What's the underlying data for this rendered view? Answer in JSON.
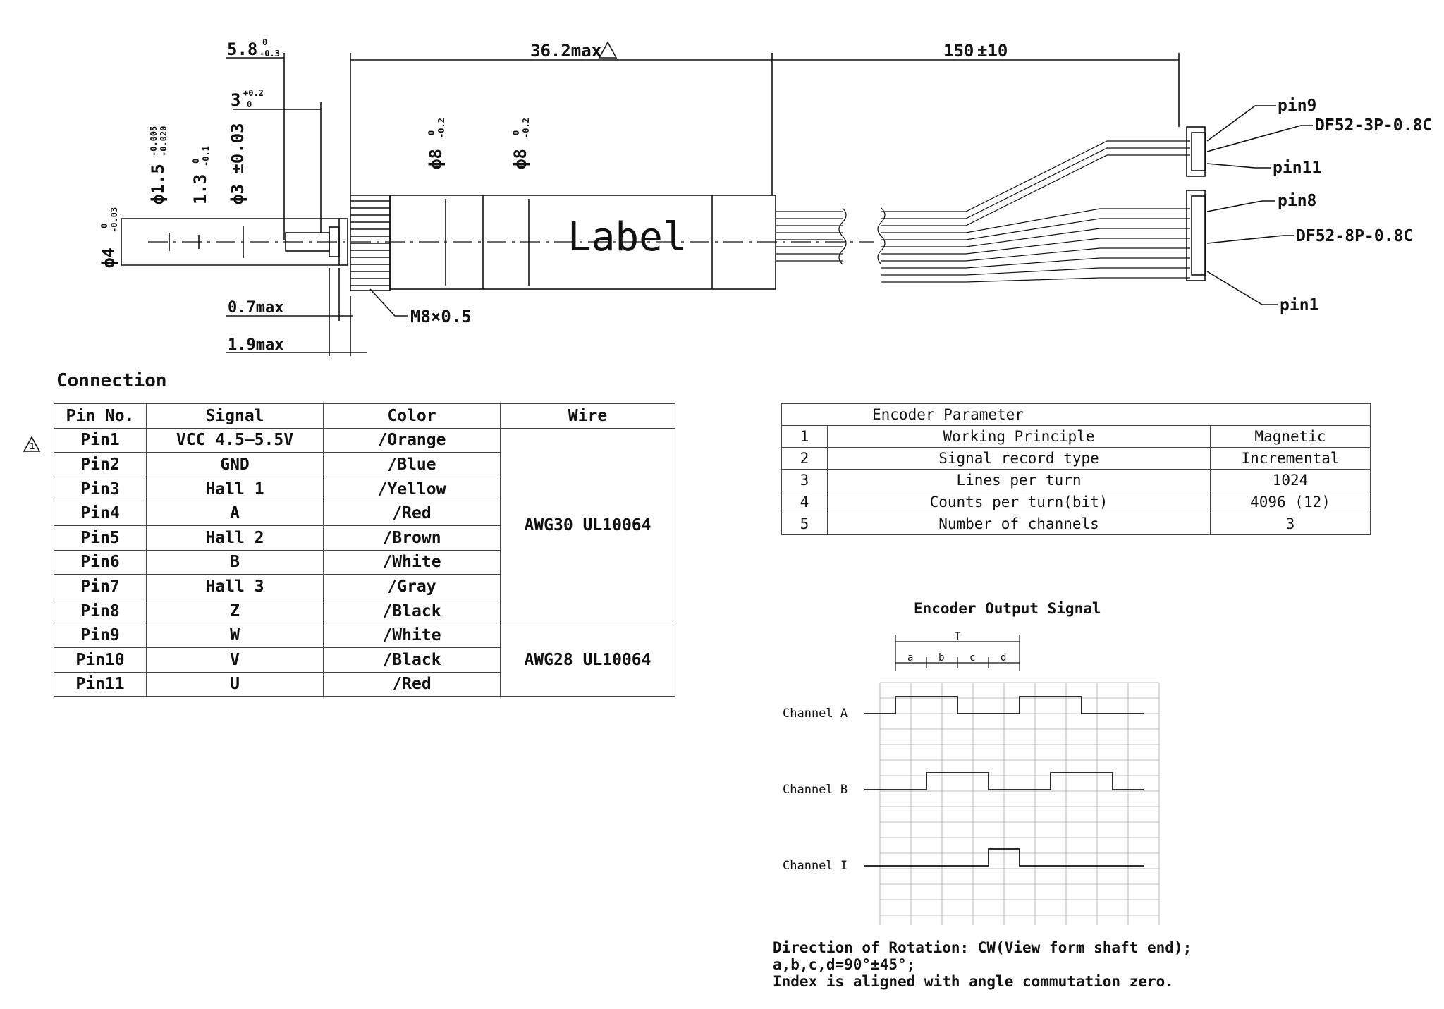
{
  "drawing": {
    "label_text": "Label",
    "dims": {
      "d1": "5.8",
      "d1_tol_up": "0",
      "d1_tol_lo": "-0.3",
      "d2": "36.2max",
      "d3": "150",
      "d3_tol": "±10",
      "d4": "3",
      "d4_tol_up": "+0.2",
      "d4_tol_lo": "0",
      "d5": "ϕ1.5",
      "d5_tol_up": "-0.005",
      "d5_tol_lo": "-0.020",
      "d6": "1.3",
      "d6_tol_up": "0",
      "d6_tol_lo": "-0.1",
      "d7": "ϕ3 ±0.03",
      "d8": "ϕ4",
      "d8_tol_up": "0",
      "d8_tol_lo": "-0.03",
      "d9": "ϕ8",
      "d9_tol_up": "0",
      "d9_tol_lo": "-0.2",
      "d10": "ϕ8",
      "d10_tol_up": "0",
      "d10_tol_lo": "-0.2",
      "d11": "0.7max",
      "d12": "1.9max",
      "thread": "M8×0.5"
    },
    "connectors": {
      "pin9": "pin9",
      "c1": "DF52-3P-0.8C",
      "pin11": "pin11",
      "pin8": "pin8",
      "c2": "DF52-8P-0.8C",
      "pin1": "pin1"
    }
  },
  "connection": {
    "title": "Connection",
    "headers": [
      "Pin No.",
      "Signal",
      "Color",
      "Wire"
    ],
    "rows": [
      {
        "pin": "Pin1",
        "signal": "VCC 4.5–5.5V",
        "color": "/Orange"
      },
      {
        "pin": "Pin2",
        "signal": "GND",
        "color": "/Blue"
      },
      {
        "pin": "Pin3",
        "signal": "Hall 1",
        "color": "/Yellow"
      },
      {
        "pin": "Pin4",
        "signal": "A",
        "color": "/Red"
      },
      {
        "pin": "Pin5",
        "signal": "Hall 2",
        "color": "/Brown"
      },
      {
        "pin": "Pin6",
        "signal": "B",
        "color": "/White"
      },
      {
        "pin": "Pin7",
        "signal": "Hall 3",
        "color": "/Gray"
      },
      {
        "pin": "Pin8",
        "signal": "Z",
        "color": "/Black"
      },
      {
        "pin": "Pin9",
        "signal": "W",
        "color": "/White"
      },
      {
        "pin": "Pin10",
        "signal": "V",
        "color": "/Black"
      },
      {
        "pin": "Pin11",
        "signal": "U",
        "color": "/Red"
      }
    ],
    "wire_group_1": "AWG30 UL10064",
    "wire_group_2": "AWG28 UL10064"
  },
  "encoder": {
    "title": "Encoder Parameter",
    "rows": [
      {
        "no": "1",
        "name": "Working Principle",
        "value": "Magnetic"
      },
      {
        "no": "2",
        "name": "Signal record type",
        "value": "Incremental"
      },
      {
        "no": "3",
        "name": "Lines per turn",
        "value": "1024"
      },
      {
        "no": "4",
        "name": "Counts per turn(bit)",
        "value": "4096 (12)"
      },
      {
        "no": "5",
        "name": "Number of channels",
        "value": "3"
      }
    ]
  },
  "signal": {
    "title": "Encoder Output Signal",
    "period_label": "T",
    "segments": [
      "a",
      "b",
      "c",
      "d"
    ],
    "channels": [
      "Channel A",
      "Channel B",
      "Channel I"
    ],
    "notes": [
      "Direction of Rotation: CW(View form shaft end);",
      "a,b,c,d=90°±45°;",
      "Index is aligned with angle commutation zero."
    ]
  }
}
